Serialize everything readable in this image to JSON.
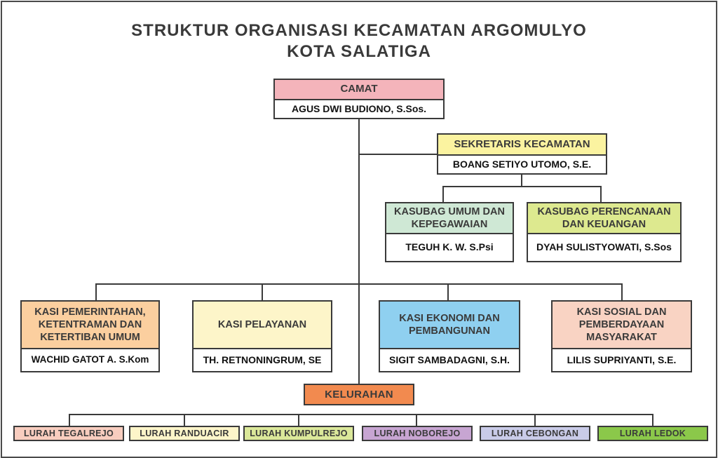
{
  "title": {
    "line1": "STRUKTUR ORGANISASI KECAMATAN ARGOMULYO",
    "line2": "KOTA SALATIGA"
  },
  "camat": {
    "role": "CAMAT",
    "name": "AGUS DWI BUDIONO, S.Sos.",
    "color": "#f4b4bb"
  },
  "sekretaris": {
    "role": "SEKRETARIS KECAMATAN",
    "name": "BOANG SETIYO UTOMO, S.E.",
    "color": "#fbf3a0"
  },
  "kasubag": [
    {
      "role": "KASUBAG UMUM DAN KEPEGAWAIAN",
      "name": "TEGUH K. W. S.Psi",
      "color": "#cfe8d5"
    },
    {
      "role": "KASUBAG PERENCANAAN DAN KEUANGAN",
      "name": "DYAH SULISTYOWATI, S.Sos",
      "color": "#dde98f"
    }
  ],
  "kasi": [
    {
      "role": "KASI PEMERINTAHAN, KETENTRAMAN DAN KETERTIBAN UMUM",
      "name": "WACHID GATOT A. S.Kom",
      "color": "#fbcf9f"
    },
    {
      "role": "KASI PELAYANAN",
      "name": "TH. RETNONINGRUM, SE",
      "color": "#fdf5c9"
    },
    {
      "role": "KASI EKONOMI DAN PEMBANGUNAN",
      "name": "SIGIT SAMBADAGNI, S.H.",
      "color": "#8fd0f0"
    },
    {
      "role": "KASI SOSIAL DAN PEMBERDAYAAN MASYARAKAT",
      "name": "LILIS SUPRIYANTI, S.E.",
      "color": "#f9d3c3"
    }
  ],
  "kelurahan": {
    "label": "KELURAHAN",
    "color": "#f28a4f"
  },
  "lurah": [
    {
      "label": "LURAH TEGALREJO",
      "color": "#f8cdbf"
    },
    {
      "label": "LURAH RANDUACIR",
      "color": "#fdf5c9"
    },
    {
      "label": "LURAH KUMPULREJO",
      "color": "#dbe89a"
    },
    {
      "label": "LURAH NOBOREJO",
      "color": "#c7a5d2"
    },
    {
      "label": "LURAH CEBONGAN",
      "color": "#c9cbe8"
    },
    {
      "label": "LURAH LEDOK",
      "color": "#8bc84a"
    }
  ]
}
